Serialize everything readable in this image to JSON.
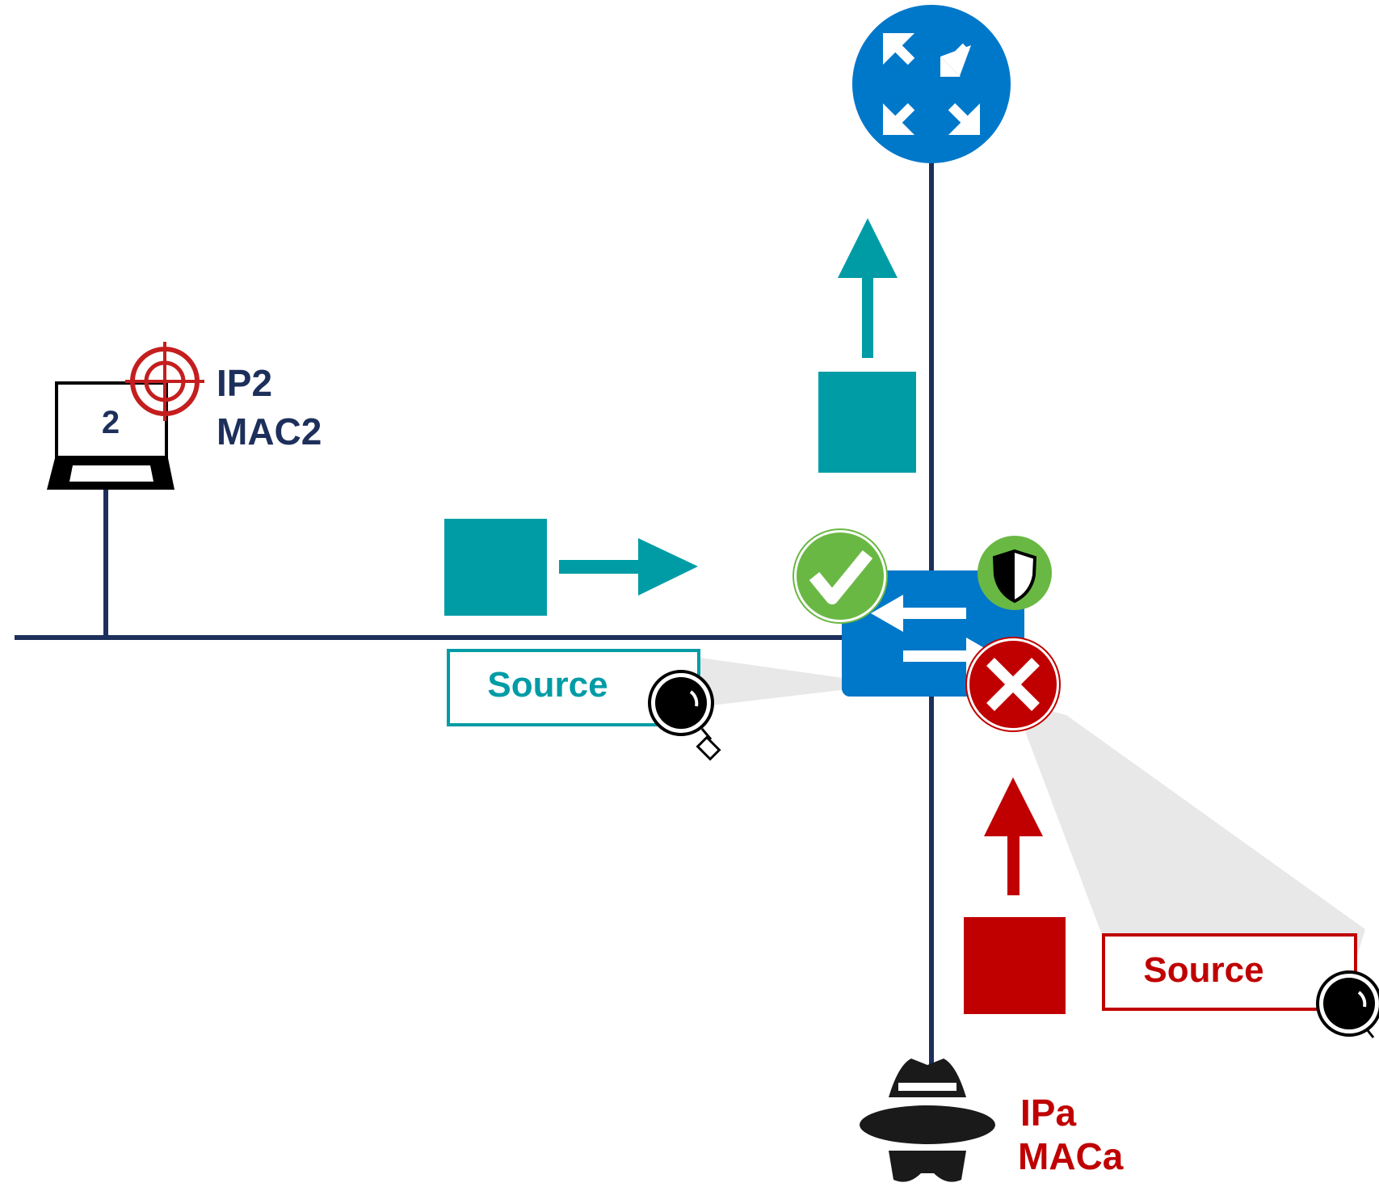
{
  "colors": {
    "line": "#1d2f5b",
    "teal": "#009ca6",
    "red": "#c00000",
    "blue": "#0078c9",
    "green": "#6ab844",
    "navy_text": "#1d2f5b",
    "gray_beam": "#e8e8e8",
    "target_red": "#c41e1e"
  },
  "host": {
    "label": "2",
    "ip": "IP2",
    "mac": "MAC2"
  },
  "attacker": {
    "ip": "IPa",
    "mac": "MACa"
  },
  "legit_inspection": {
    "label": "Source",
    "verdict": "allowed"
  },
  "spoof_inspection": {
    "label": "Source",
    "verdict": "blocked"
  },
  "icons": {
    "router": "router-icon",
    "switch": "switch-icon",
    "laptop": "laptop-icon",
    "target": "crosshair-target-icon",
    "shield": "shield-icon",
    "check": "check-icon",
    "cross": "x-icon",
    "magnifier": "magnifier-icon",
    "spy": "spy-hat-icon"
  }
}
